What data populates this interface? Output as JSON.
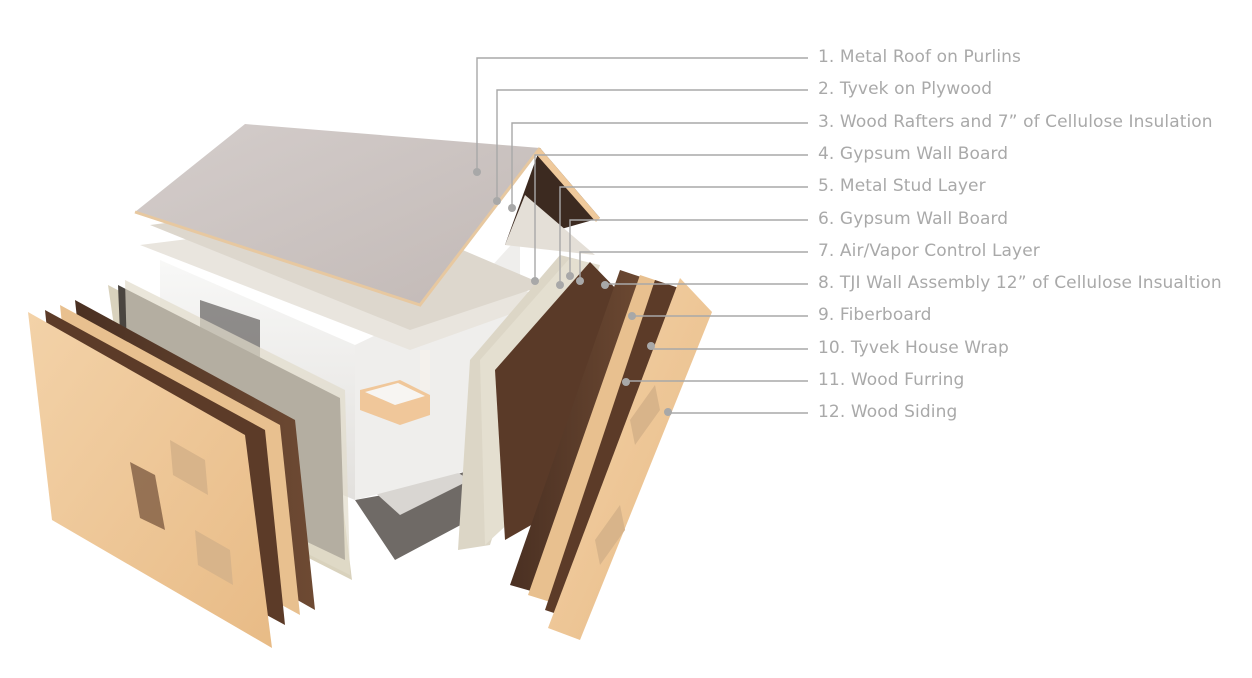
{
  "palette": {
    "leader": "#a8a8a8",
    "label_text": "#a9a9a9",
    "roof": "#cbc2c0",
    "siding": "#eec79a",
    "fiberboard": "#5a3a28",
    "gypsum": "#dcd6c6",
    "interior": "#f4f3f2"
  },
  "layers": [
    {
      "label": "1. Metal Roof on Purlins"
    },
    {
      "label": "2. Tyvek on Plywood"
    },
    {
      "label": "3. Wood Rafters and 7” of Cellulose Insulation"
    },
    {
      "label": "4. Gypsum Wall Board"
    },
    {
      "label": "5. Metal Stud Layer"
    },
    {
      "label": "6. Gypsum Wall Board"
    },
    {
      "label": "7. Air/Vapor Control Layer"
    },
    {
      "label": "8. TJI Wall Assembly 12” of Cellulose Insualtion"
    },
    {
      "label": "9. Fiberboard"
    },
    {
      "label": "10. Tyvek House Wrap"
    },
    {
      "label": "11. Wood Furring"
    },
    {
      "label": "12. Wood Siding"
    }
  ]
}
